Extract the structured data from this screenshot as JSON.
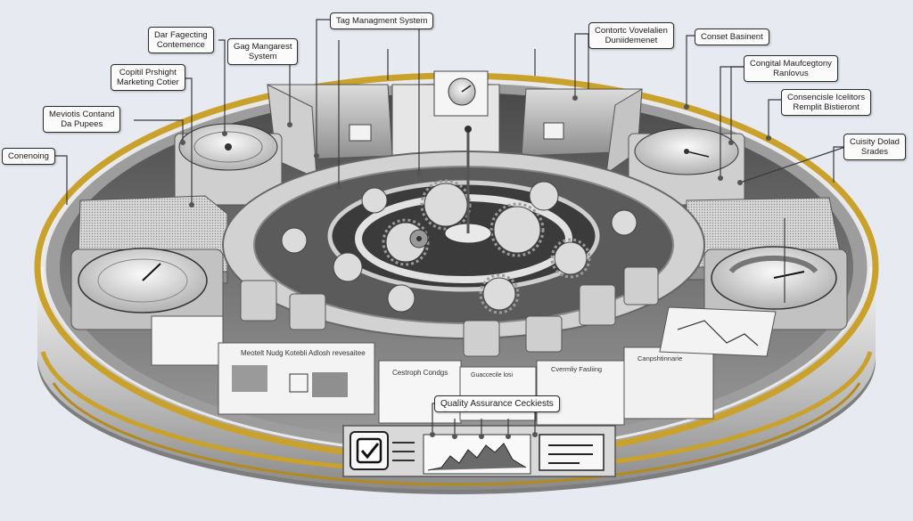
{
  "callouts": {
    "tag_system_top": "Tag Managment System",
    "data_fragment": [
      "Dar Fagecting",
      "Contemence"
    ],
    "tag_system_left": [
      "Gag Mangarest",
      "System"
    ],
    "copilot": [
      "Copitil Prshight",
      "Marketing Cotier"
    ],
    "meviotis": [
      "Meviotis Contand",
      "Da Pupees"
    ],
    "conenoing": "Conenoing",
    "content_vovelation": [
      "Contortc Vovelalien",
      "Duniidemenet"
    ],
    "conset_basinent": "Conset Basinent",
    "congital": [
      "Congital   Maufcegtony",
      "Ranlovus"
    ],
    "consencisle": [
      "Consencisle Icelitors",
      "Remplit Bistieront"
    ],
    "quality_dolad": [
      "Cuisity Dolad",
      "Srades"
    ],
    "qa_checklists": "Quality Assurance Ceckiests"
  },
  "documents": {
    "left_doc": "Meotelt Nudg  Kotebli Adlosh revesaitee",
    "center_doc": "Cestroph Condgs",
    "small_doc": "Guaccecile losi",
    "right_doc": "Cvermliy Fasliing",
    "far_right_doc": "Canpshtinnarie"
  },
  "colors": {
    "background": "#e7ebf1",
    "gold_rim": "#c9a12b",
    "steel_light": "#e9e9e9",
    "steel_mid": "#b9b9b9",
    "steel_dark": "#6f6f6f",
    "ink": "#1c1c1c"
  },
  "icons": [
    "checkbox-icon",
    "line-chart-icon",
    "gauge-icon",
    "gear-icon"
  ]
}
